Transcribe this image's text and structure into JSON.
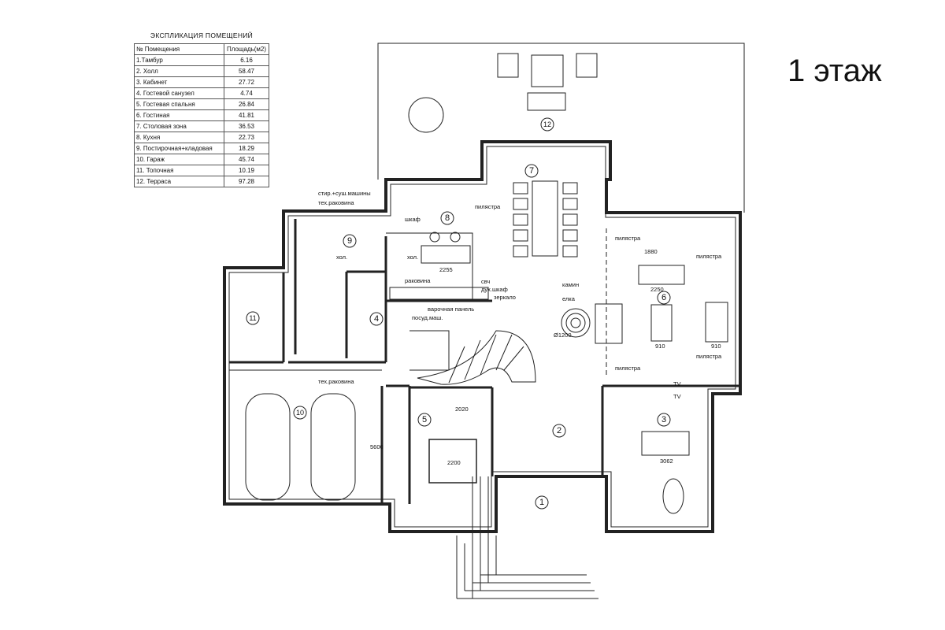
{
  "title": "1 этаж",
  "explication": {
    "title": "ЭКСПЛИКАЦИЯ  ПОМЕЩЕНИЙ",
    "headers": [
      "№ Помещения",
      "Площадь(м2)"
    ],
    "rows": [
      {
        "name": "1.Тамбур",
        "area": "6.16"
      },
      {
        "name": "2. Холл",
        "area": "58.47"
      },
      {
        "name": "3. Кабинет",
        "area": "27.72"
      },
      {
        "name": "4. Гостевой санузел",
        "area": "4.74"
      },
      {
        "name": "5. Гостевая спальня",
        "area": "26.84"
      },
      {
        "name": "6. Гостиная",
        "area": "41.81"
      },
      {
        "name": "7. Столовая зона",
        "area": "36.53"
      },
      {
        "name": "8. Кухня",
        "area": "22.73"
      },
      {
        "name": "9. Постирочная+кладовая",
        "area": "18.29"
      },
      {
        "name": "10. Гараж",
        "area": "45.74"
      },
      {
        "name": "11. Топочная",
        "area": "10.19"
      },
      {
        "name": "12. Терраса",
        "area": "97.28"
      }
    ]
  },
  "room_numbers": [
    "1",
    "2",
    "3",
    "4",
    "5",
    "6",
    "7",
    "8",
    "9",
    "10",
    "11",
    "12"
  ],
  "labels": {
    "washer": "стир.+суш.машины",
    "tech_sink_1": "тех.раковина",
    "wardrobe": "шкаф",
    "fridge_kitchen": "хол.",
    "fridge_laundry": "хол.",
    "sink": "раковина",
    "microwave": "свч",
    "oven": "дух.шкаф",
    "mirror": "зеркало",
    "hob": "варочная панель",
    "dishwasher": "посуд.маш.",
    "pilaster_1": "пилястра",
    "pilaster_2": "пилястра",
    "pilaster_3": "пилястра",
    "pilaster_4": "пилястра",
    "pilaster_5": "пилястра",
    "fireplace": "камин",
    "tree": "елка",
    "tv_1": "TV",
    "tv_2": "TV",
    "tech_sink_2": "тех.раковина"
  },
  "dimensions": {
    "sofa_width": "1880",
    "sofa_length": "2250",
    "coffee_table": "910",
    "armchair": "910",
    "island": "2255",
    "bed": "2200",
    "wardrobe": "2020",
    "desk": "3062",
    "garage": "5600",
    "tree_diameter": "Ø1200"
  }
}
